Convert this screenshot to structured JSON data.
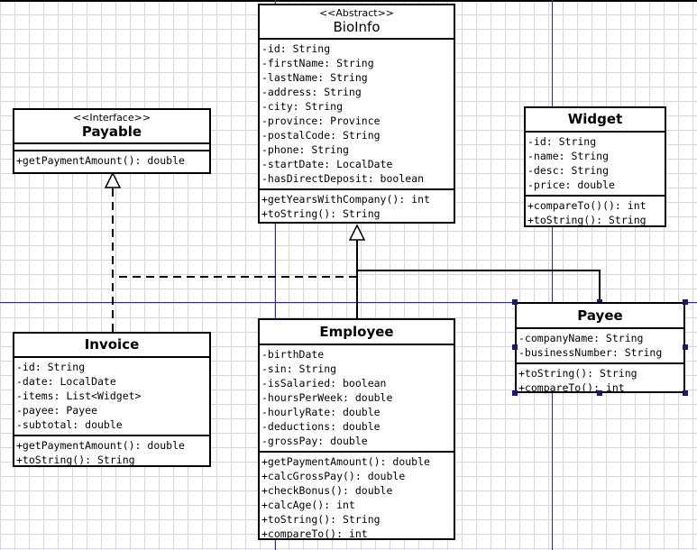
{
  "classes": {
    "bioinfo": {
      "stereotype": "<<Abstract>>",
      "name": "BioInfo",
      "attributes": [
        "-id: String",
        "-firstName: String",
        "-lastName: String",
        "-address: String",
        "-city: String",
        "-province: Province",
        "-postalCode: String",
        "-phone: String",
        "-startDate: LocalDate",
        "-hasDirectDeposit: boolean"
      ],
      "operations": [
        "+getYearsWithCompany(): int",
        "+toString(): String"
      ]
    },
    "payable": {
      "stereotype": "<<Interface>>",
      "name": "Payable",
      "attributes": [],
      "operations": [
        "+getPaymentAmount(): double"
      ]
    },
    "widget": {
      "name": "Widget",
      "attributes": [
        "-id: String",
        "-name: String",
        "-desc: String",
        "-price: double"
      ],
      "operations": [
        "+compareTo()(): int",
        "+toString(): String"
      ]
    },
    "invoice": {
      "name": "Invoice",
      "attributes": [
        "-id: String",
        "-date: LocalDate",
        "-items: List<Widget>",
        "-payee: Payee",
        "-subtotal: double"
      ],
      "operations": [
        "+getPaymentAmount(): double",
        "+toString(): String"
      ]
    },
    "employee": {
      "name": "Employee",
      "attributes": [
        "-birthDate",
        "-sin: String",
        "-isSalaried: boolean",
        "-hoursPerWeek: double",
        "-hourlyRate: double",
        "-deductions: double",
        "-grossPay: double"
      ],
      "operations": [
        "+getPaymentAmount(): double",
        "+calcGrossPay(): double",
        "+checkBonus(): double",
        "+calcAge(): int",
        "+toString(): String",
        "+compareTo(): int"
      ]
    },
    "payee": {
      "name": "Payee",
      "attributes": [
        "-companyName: String",
        "-businessNumber: String"
      ],
      "operations": [
        "+toString(): String",
        "+compareTo(): int"
      ]
    }
  }
}
